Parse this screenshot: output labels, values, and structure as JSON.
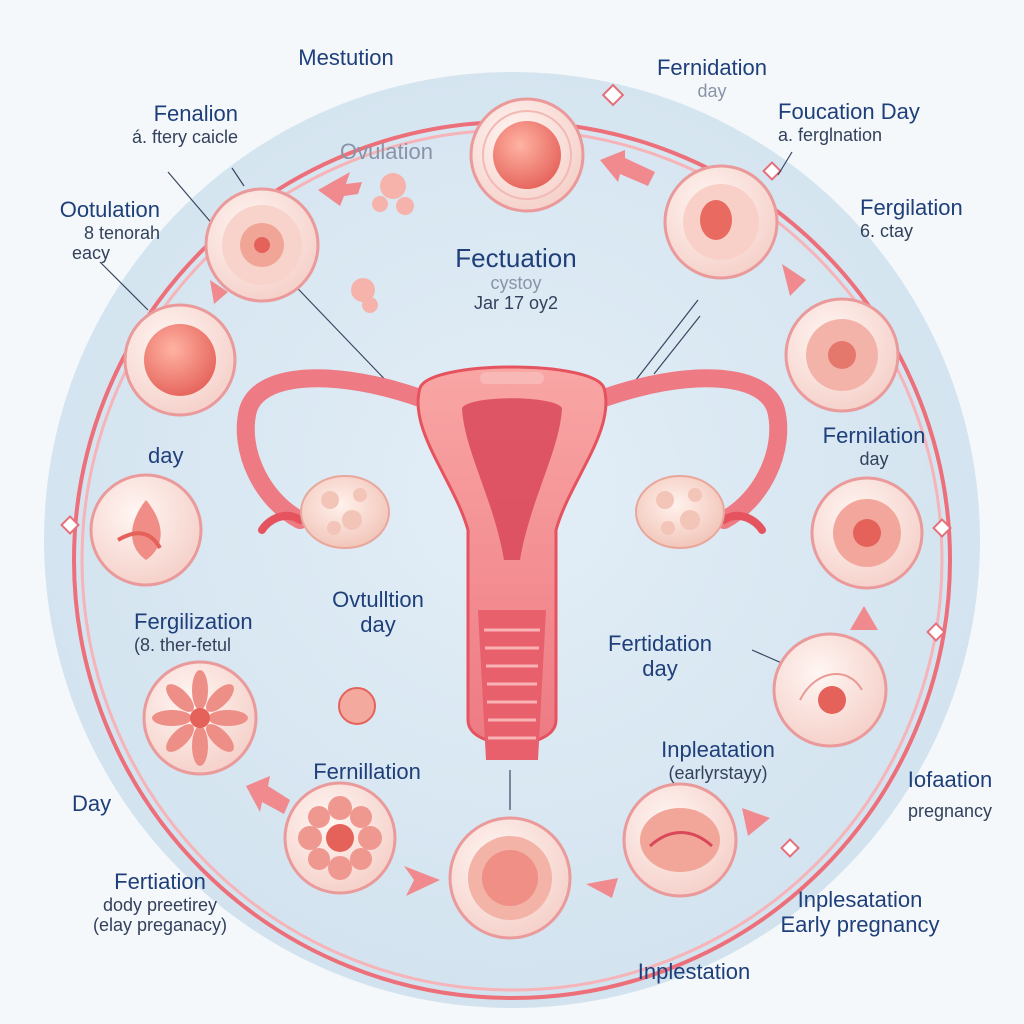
{
  "labels": {
    "mestution": "Mestution",
    "top_right_title": "Fernidation",
    "top_right_sub": "day",
    "fenalion": "Fenalion",
    "fenalion_sub": "á. ftery caicle",
    "ovulation_faint": "Ovulation",
    "foucation": "Foucation Day",
    "foucation_sub": "a. ferglnation",
    "ootulation": "Ootulation",
    "ootulation_sub1": "8 tenorah",
    "ootulation_sub2": "eacy",
    "fergilation_right": "Fergilation",
    "fergilation_right_sub": "6. ctay",
    "center_title": "Fectuation",
    "center_sub1": "cystoy",
    "center_sub2": "Jar 17 oy2",
    "day_left": "day",
    "fernilation_right": "Fernilation",
    "fernilation_right_sub": "day",
    "ovutiution": "Ovtulltion",
    "ovutiution_sub": "day",
    "fergilization_left": "Fergilization",
    "fergilization_left_sub": "(8. ther-fetul",
    "fertidation": "Fertidation",
    "fertidation_sub": "day",
    "inpleatation": "Inpleatation",
    "inpleatation_sub": "(earlyrstayy)",
    "day_left_bottom": "Day",
    "fernillation_center": "Fernillation",
    "iofaation": "Iofaation",
    "iofaation_sub": "pregnancy",
    "fertiation_bl": "Fertiation",
    "fertiation_bl_sub1": "dody preetirey",
    "fertiation_bl_sub2": "(elay preganacy)",
    "inplesatation": "Inplesatation",
    "inplesatation_sub": "Early pregnancy",
    "inplestation_bottom": "Inplestation"
  },
  "colors": {
    "background": "#f4f8fb",
    "disc": "#dbe9f3",
    "ring": "#ec6f7a",
    "uterus": "#ee7e86",
    "uterus_dark": "#d9485a",
    "ovary": "#f7d5cc",
    "label": "#1f3f7a",
    "arrow": "#f08a8f"
  },
  "icons": [
    "egg-icon",
    "follicle-icon",
    "flower-icon",
    "embryo-icon",
    "cell-icon",
    "uterus-icon"
  ]
}
